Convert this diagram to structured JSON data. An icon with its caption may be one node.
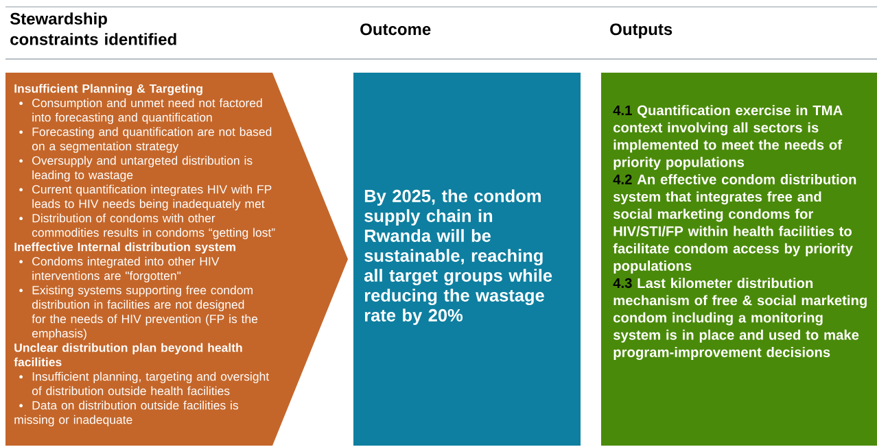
{
  "diagram": {
    "nodes": [
      {
        "text": [
          "Insufficient Planning & Targeting",
          "Consumption and unmet need not factored into forecasting and quantification",
          "Forecasting and quantification are not based on a segmentation strategy",
          "Oversupply and untargeted distribution is leading to wastage",
          "Current quantification integrates HIV with FP leads to HIV needs being inadequately met",
          "Distribution of condoms with other commodities results in condoms “getting lost”",
          "Ineffective Internal distribution system",
          "Condoms integrated into other HIV interventions are \"forgotten\"",
          "Existing systems supporting free condom distribution in facilities are not designed for the needs of HIV prevention (FP is the emphasis)",
          "Unclear distribution plan beyond health facilities",
          "Insufficient planning, targeting and oversight of distribution outside health facilities",
          "Data on distribution outside facilities is missing or inadequate"
        ]
      },
      {
        "text": [
          "By 2025, the condom supply chain in Rwanda will be sustainable, reaching all target groups while reducing the wastage rate by 20%"
        ]
      },
      {
        "text": [
          "4.1",
          "Quantification exercise in TMA context involving all sectors is implemented to meet the needs of priority populations",
          "4.2",
          "An effective condom distribution system that integrates free and social marketing condoms for HIV/STI/FP within health facilities to facilitate condom access by priority populations",
          "4.3",
          "Last kilometer distribution mechanism of free & social marketing condom including a monitoring system is in place and used to make program-improvement decisions"
        ]
      }
    ],
    "labels": [
      "Stewardship constraints identified",
      "Outcome",
      "Outputs"
    ]
  }
}
